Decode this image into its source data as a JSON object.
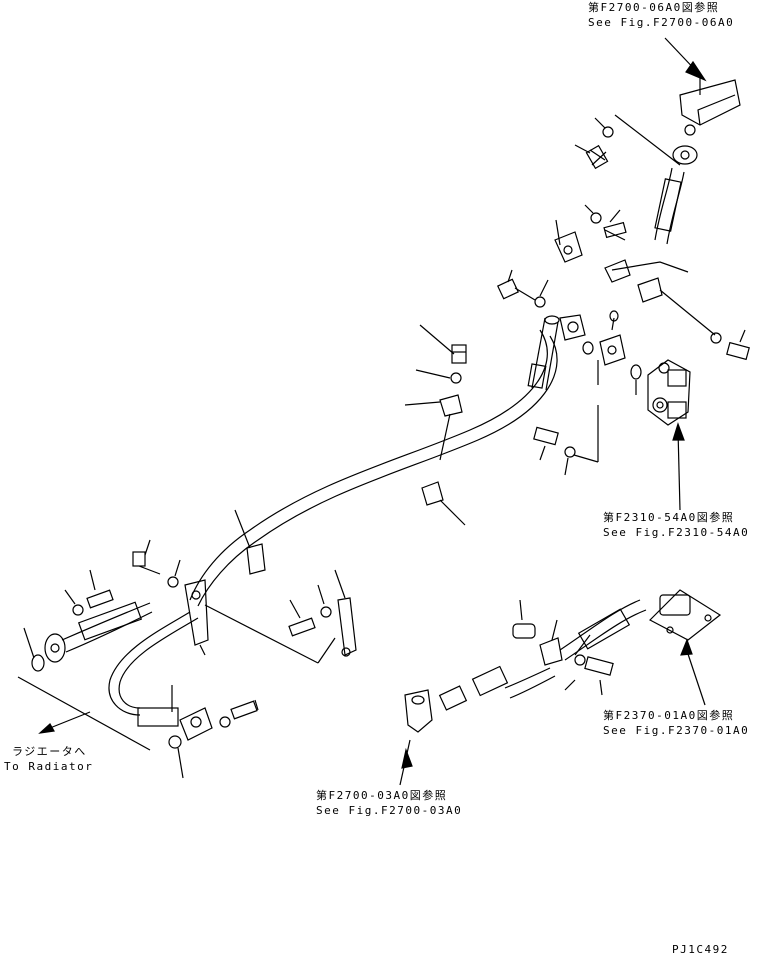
{
  "references": {
    "top_right": {
      "jp": "第F2700-06A0図参照",
      "en": "See Fig.F2700-06A0"
    },
    "mid_right": {
      "jp": "第F2310-54A0図参照",
      "en": "See Fig.F2310-54A0"
    },
    "lower_right": {
      "jp": "第F2370-01A0図参照",
      "en": "See Fig.F2370-01A0"
    },
    "bottom_center": {
      "jp": "第F2700-03A0図参照",
      "en": "See Fig.F2700-03A0"
    }
  },
  "radiator": {
    "jp": "ラジエータへ",
    "en": "To Radiator"
  },
  "drawing_code": "PJ1C492",
  "colors": {
    "line": "#000000",
    "background": "#ffffff"
  }
}
